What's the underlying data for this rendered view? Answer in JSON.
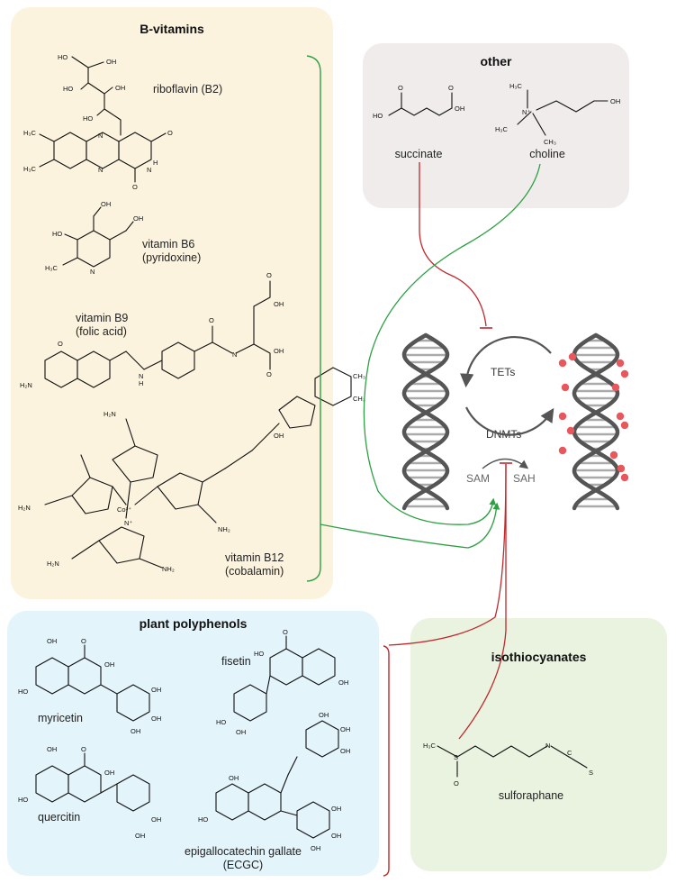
{
  "panels": {
    "b_vitamins": {
      "title": "B-vitamins"
    },
    "other": {
      "title": "other"
    },
    "plant_polyphenols": {
      "title": "plant polyphenols"
    },
    "isothiocyanates": {
      "title": "isothiocyanates"
    }
  },
  "compounds": {
    "riboflavin": "riboflavin (B2)",
    "b6_name": "vitamin B6",
    "b6_alt": "(pyridoxine)",
    "b9_name": "vitamin B9",
    "b9_alt": "(folic acid)",
    "b12_name": "vitamin B12",
    "b12_alt": "(cobalamin)",
    "succinate": "succinate",
    "choline": "choline",
    "myricetin": "myricetin",
    "fisetin": "fisetin",
    "quercitin": "quercitin",
    "ecgc_name": "epigallocatechin gallate",
    "ecgc_abbr": "(ECGC)",
    "sulforaphane": "sulforaphane"
  },
  "cycle": {
    "tets": "TETs",
    "dnmts": "DNMTs",
    "sam": "SAM",
    "sah": "SAH"
  },
  "colors": {
    "b_vitamins_bg": "#fbf3de",
    "other_bg": "#f0ecec",
    "polyphenols_bg": "#e3f4fb",
    "isothiocyanates_bg": "#e9f3e0",
    "activating_arrow": "#2ea043",
    "inhibiting_arrow": "#c0282d",
    "methyl_mark": "#e8575b",
    "dna_strand": "#555555",
    "dna_rung": "#aaaaaa"
  }
}
